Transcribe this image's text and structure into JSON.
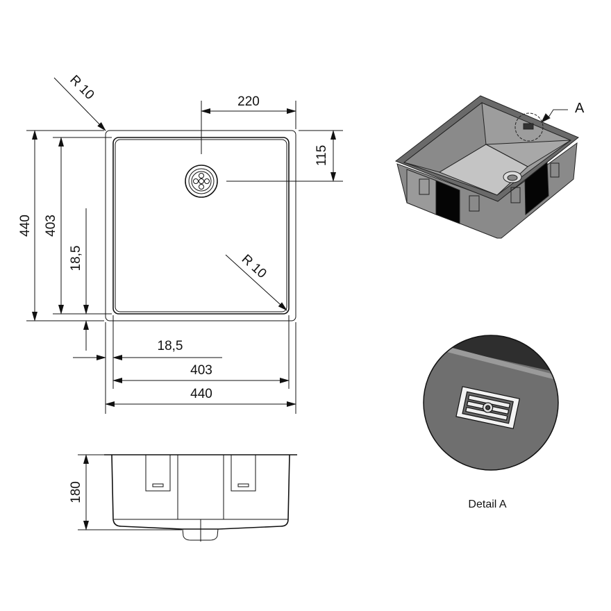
{
  "top_view": {
    "radius_outer": "R 10",
    "radius_inner": "R 10",
    "drain_offset_x": "220",
    "drain_offset_y": "115",
    "outer_height": "440",
    "inner_height": "403",
    "rim_vertical": "18,5",
    "rim_horizontal": "18,5",
    "inner_width": "403",
    "outer_width": "440"
  },
  "side_view": {
    "depth": "180"
  },
  "iso_view": {
    "callout": "A"
  },
  "detail": {
    "caption": "Detail A"
  },
  "colors": {
    "line": "#111111",
    "steel_light": "#b4b4b4",
    "steel_dark": "#5a5a5a"
  }
}
